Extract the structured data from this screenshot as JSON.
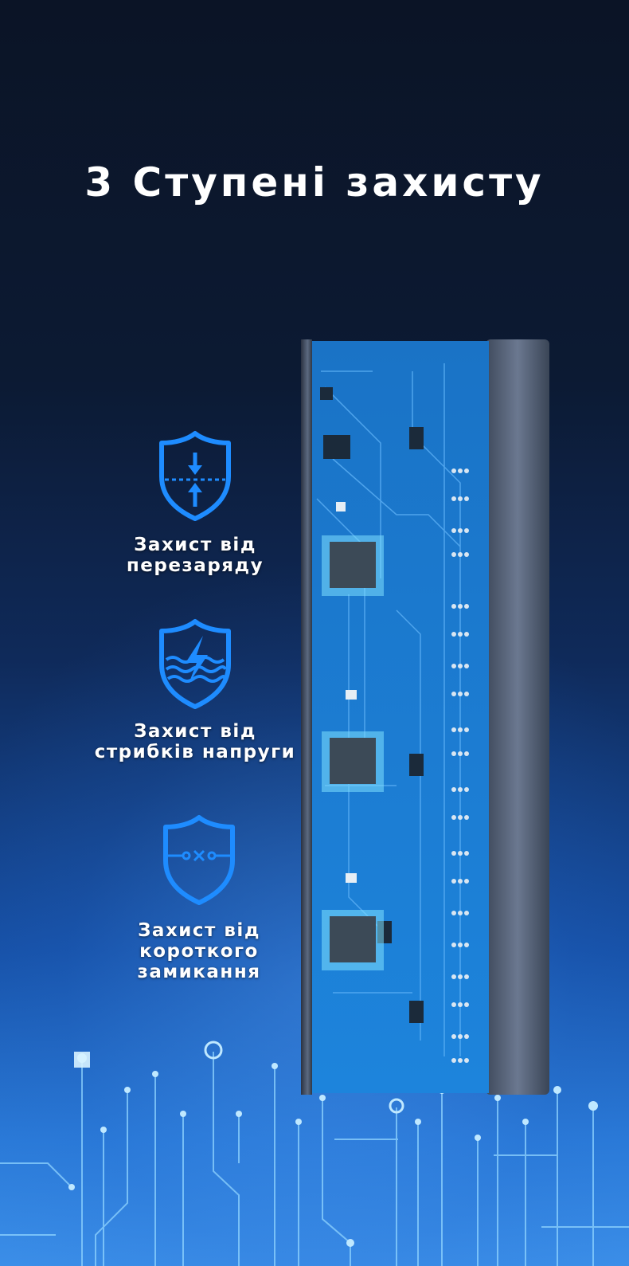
{
  "title": "3 Ступені захисту",
  "features": [
    {
      "label": "Захист від\nперезаряду",
      "icon": "shield-arrows-icon"
    },
    {
      "label": "Захист від\nстрибків напруги",
      "icon": "shield-lightning-icon"
    },
    {
      "label": "Захист від\nкороткого\nзамикання",
      "icon": "shield-circuit-icon"
    }
  ],
  "colors": {
    "accent": "#1e8cff",
    "pcb": "#1d7fd6",
    "background_top": "#0b1426",
    "background_bottom": "#3b8ee8"
  }
}
